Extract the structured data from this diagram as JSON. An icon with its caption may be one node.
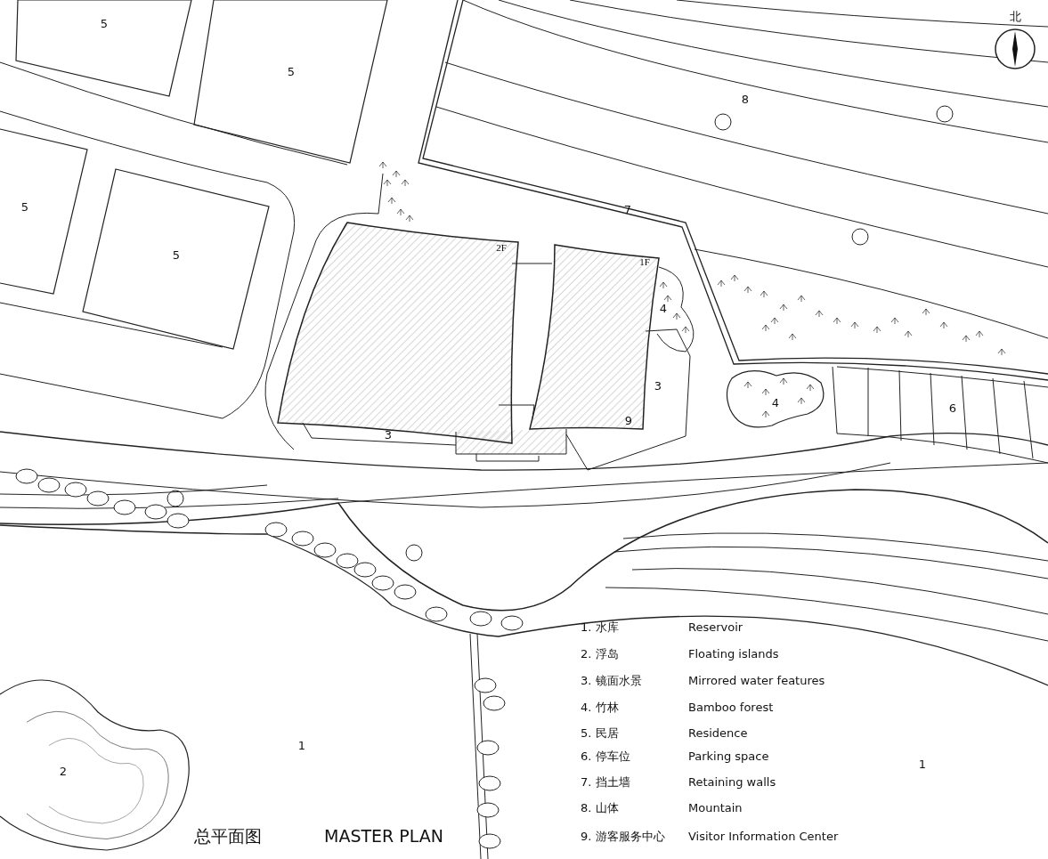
{
  "diagram": {
    "title": "总平面图",
    "nodes": [
      {
        "text": [
          "5"
        ]
      },
      {
        "text": [
          "5"
        ]
      },
      {
        "text": [
          "5"
        ]
      },
      {
        "text": [
          "5"
        ]
      },
      {
        "text": [
          "2F"
        ]
      },
      {
        "text": [
          "1F",
          "9"
        ]
      },
      {
        "text": [
          "4"
        ]
      },
      {
        "text": [
          "2"
        ]
      }
    ],
    "labels": [
      "北",
      "8",
      "7",
      "4",
      "3",
      "6",
      "3",
      "1",
      "1",
      "MASTER PLAN",
      "1. 水库",
      "Reservoir",
      "2. 浮岛",
      "Floating islands",
      "3. 镜面水景",
      "Mirrored water features",
      "4. 竹林",
      "Bamboo forest",
      "5. 民居",
      "Residence",
      "6. 停车位",
      "Parking space",
      "7. 挡土墙",
      "Retaining walls",
      "8. 山体",
      "Mountain",
      "9. 游客服务中心",
      "Visitor Information Center"
    ]
  }
}
